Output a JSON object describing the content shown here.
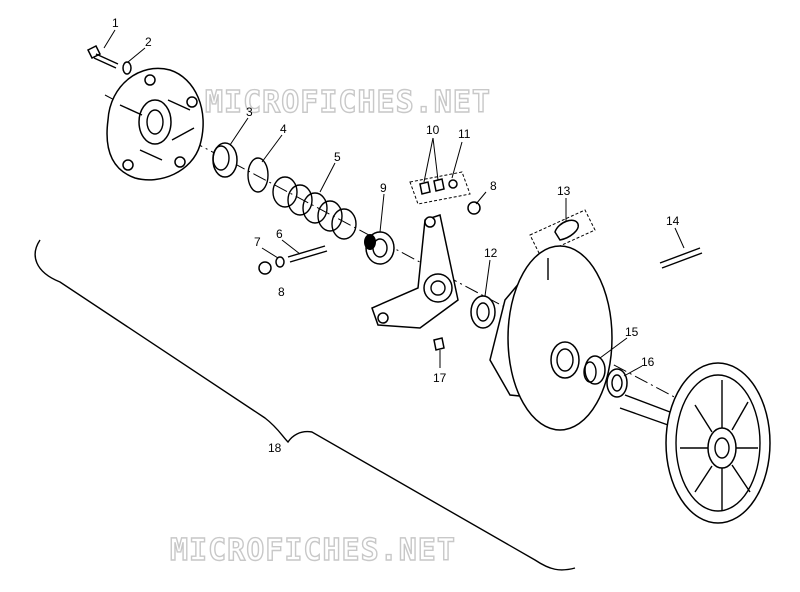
{
  "watermark": {
    "top": "MICROFICHES.NET",
    "bottom": "MICROFICHES.NET"
  },
  "callouts": {
    "c1": "1",
    "c2": "2",
    "c3": "3",
    "c4": "4",
    "c5": "5",
    "c6": "6",
    "c7": "7",
    "c8a": "8",
    "c8b": "8",
    "c9": "9",
    "c10": "10",
    "c11": "11",
    "c12": "12",
    "c13": "13",
    "c14": "14",
    "c15": "15",
    "c16": "16",
    "c17": "17",
    "c18": "18"
  },
  "colors": {
    "line": "#000000",
    "watermark": "#c8c8c8",
    "background": "#ffffff"
  }
}
